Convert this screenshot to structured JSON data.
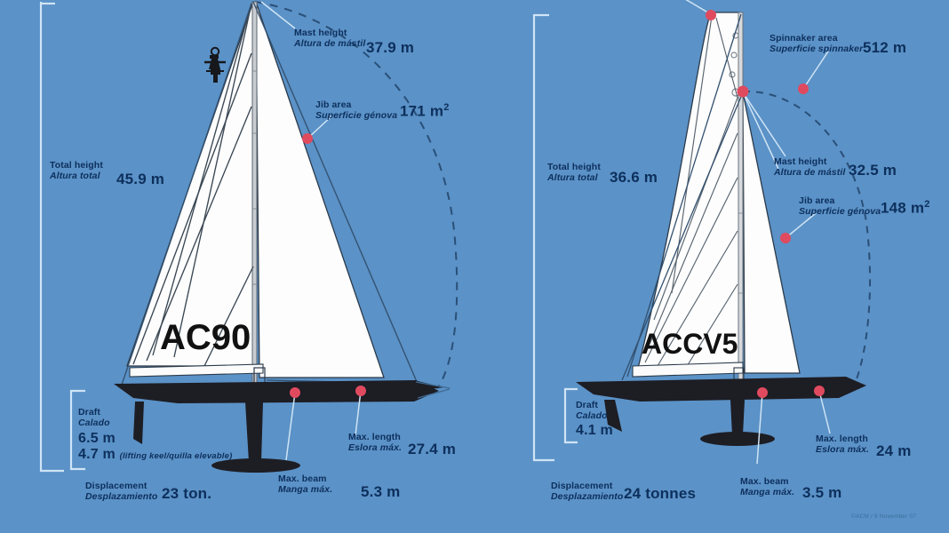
{
  "background_color": "#5b92c7",
  "hull_color": "#1d1d24",
  "sail_color": "#ffffff",
  "marker_color": "#e04a5f",
  "leader_color": "#cfe4f5",
  "text_color": "#0d2f5c",
  "credit": "©ACM / 8 November 07",
  "boats": [
    {
      "id": "ac90",
      "sail_number": "AC90",
      "labels": [
        {
          "name": "total-height",
          "en": "Total height",
          "es": "Altura total",
          "value": "45.9 m"
        },
        {
          "name": "mast-height",
          "en": "Mast height",
          "es": "Altura de mástil",
          "value": "37.9 m"
        },
        {
          "name": "jib-area",
          "en": "Jib area",
          "es": "Superficie génova",
          "value": "171 m",
          "unit_sup": "2"
        },
        {
          "name": "draft",
          "en": "Draft",
          "es": "Calado",
          "value": "6.5 m",
          "value2": "4.7 m",
          "value2_note": "(lifting keel/quilla elevable)"
        },
        {
          "name": "displacement",
          "en": "Displacement",
          "es": "Desplazamiento",
          "value": "23 ton."
        },
        {
          "name": "max-beam",
          "en": "Max. beam",
          "es": "Manga máx.",
          "value": "5.3 m"
        },
        {
          "name": "max-length",
          "en": "Max. length",
          "es": "Eslora máx.",
          "value": "27.4 m"
        }
      ]
    },
    {
      "id": "accv5",
      "sail_number": "ACCV5",
      "labels": [
        {
          "name": "total-height",
          "en": "Total height",
          "es": "Altura total",
          "value": "36.6 m"
        },
        {
          "name": "spinnaker-area",
          "en": "Spinnaker area",
          "es": "Superficie spinnaker",
          "value": "512 m"
        },
        {
          "name": "mast-height",
          "en": "Mast height",
          "es": "Altura de mástil",
          "value": "32.5 m"
        },
        {
          "name": "jib-area",
          "en": "Jib area",
          "es": "Superficie génova",
          "value": "148 m",
          "unit_sup": "2"
        },
        {
          "name": "draft",
          "en": "Draft",
          "es": "Calado",
          "value": "4.1 m"
        },
        {
          "name": "displacement",
          "en": "Displacement",
          "es": "Desplazamiento",
          "value": "24 tonnes"
        },
        {
          "name": "max-beam",
          "en": "Max. beam",
          "es": "Manga máx.",
          "value": "3.5 m"
        },
        {
          "name": "max-length",
          "en": "Max. length",
          "es": "Eslora máx.",
          "value": "24 m"
        }
      ]
    }
  ],
  "chart_data": {
    "type": "table",
    "title": "America's Cup yacht comparison: AC90 vs ACCV5",
    "categories": [
      "Total height (m)",
      "Mast height (m)",
      "Jib area (m2)",
      "Spinnaker area (m2)",
      "Draft (m)",
      "Displacement (t)",
      "Max. beam (m)",
      "Max. length (m)"
    ],
    "series": [
      {
        "name": "AC90",
        "values": [
          45.9,
          37.9,
          171,
          null,
          6.5,
          23,
          5.3,
          27.4
        ]
      },
      {
        "name": "ACCV5",
        "values": [
          36.6,
          32.5,
          148,
          512,
          4.1,
          24,
          3.5,
          24
        ]
      }
    ]
  }
}
